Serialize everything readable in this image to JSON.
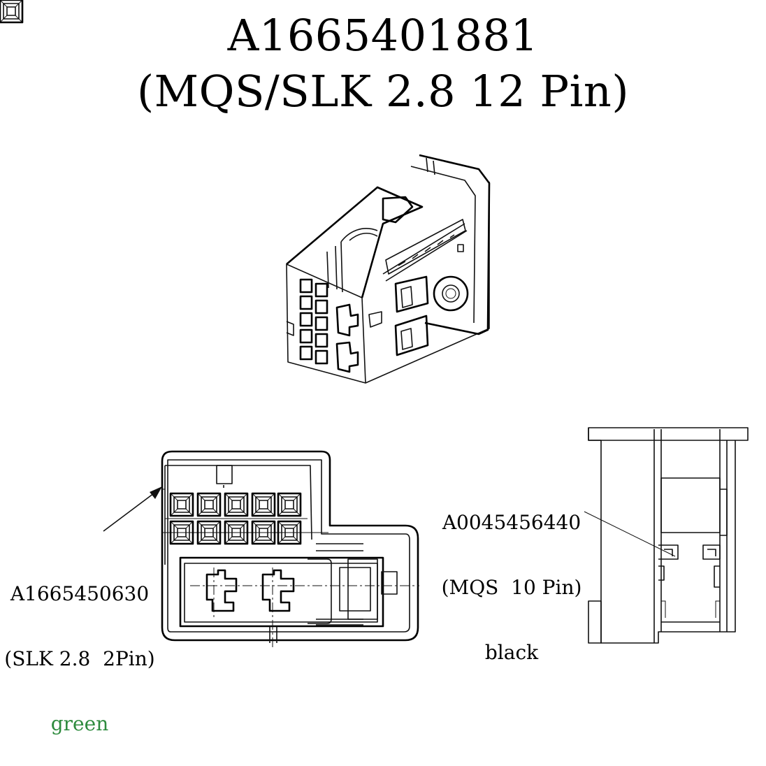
{
  "title": {
    "part_number": "A1665401881",
    "description": "(MQS/SLK 2.8  12 Pin)"
  },
  "callouts": {
    "slk": {
      "part_number": "A1665450630",
      "description": "(SLK 2.8  2Pin)",
      "color": "green",
      "color_hex": "#2e8b3e"
    },
    "mqs": {
      "part_number": "A0045456440",
      "description": "(MQS  10 Pin)",
      "color": "black",
      "color_hex": "#000000"
    }
  }
}
